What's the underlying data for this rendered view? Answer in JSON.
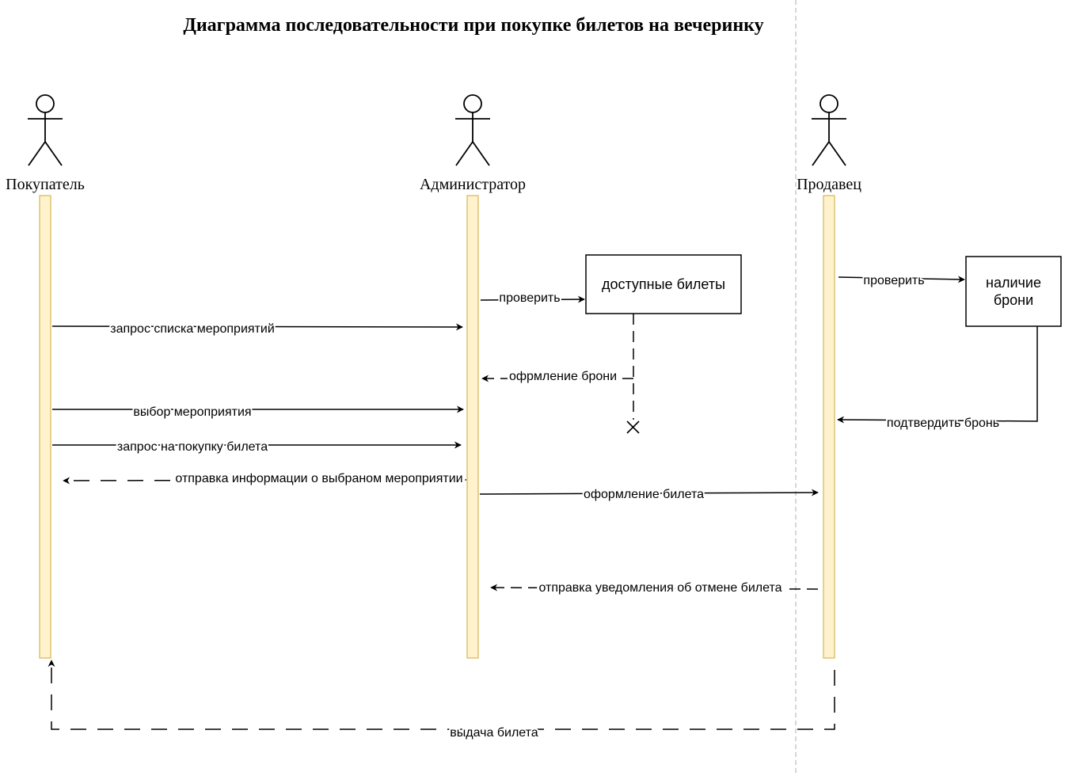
{
  "title": "Диаграмма последовательности при покупке билетов на вечеринку",
  "colors": {
    "lifeline_fill": "#fff2cc",
    "lifeline_stroke": "#d6b656",
    "line": "#000000",
    "separator": "#c8c8c8"
  },
  "actors": [
    {
      "id": "buyer",
      "label": "Покупатель"
    },
    {
      "id": "admin",
      "label": "Администратор"
    },
    {
      "id": "seller",
      "label": "Продавец"
    }
  ],
  "boxes": [
    {
      "id": "available",
      "lines": [
        "доступные билеты"
      ]
    },
    {
      "id": "booking",
      "lines": [
        "наличие",
        "брони"
      ]
    }
  ],
  "messages": [
    {
      "id": "check-available",
      "label": "проверить",
      "style": "solid"
    },
    {
      "id": "check-booking",
      "label": "проверить",
      "style": "solid"
    },
    {
      "id": "request-events",
      "label": "запрос списка мероприятий",
      "style": "solid"
    },
    {
      "id": "booking-issue",
      "label": "офрмление брони",
      "style": "dashed"
    },
    {
      "id": "select-event",
      "label": "выбор мероприятия",
      "style": "solid"
    },
    {
      "id": "confirm-booking",
      "label": "подтвердить бронь",
      "style": "solid"
    },
    {
      "id": "buy-request",
      "label": "запрос на покупку билета",
      "style": "solid"
    },
    {
      "id": "send-info",
      "label": "отправка информации о выбраном мероприятии",
      "style": "dashed"
    },
    {
      "id": "issue-ticket",
      "label": "оформление билета",
      "style": "solid"
    },
    {
      "id": "cancel-notice",
      "label": "отправка уведомления об отмене билета",
      "style": "dashed"
    },
    {
      "id": "hand-ticket",
      "label": "выдача билета",
      "style": "dashed"
    }
  ]
}
